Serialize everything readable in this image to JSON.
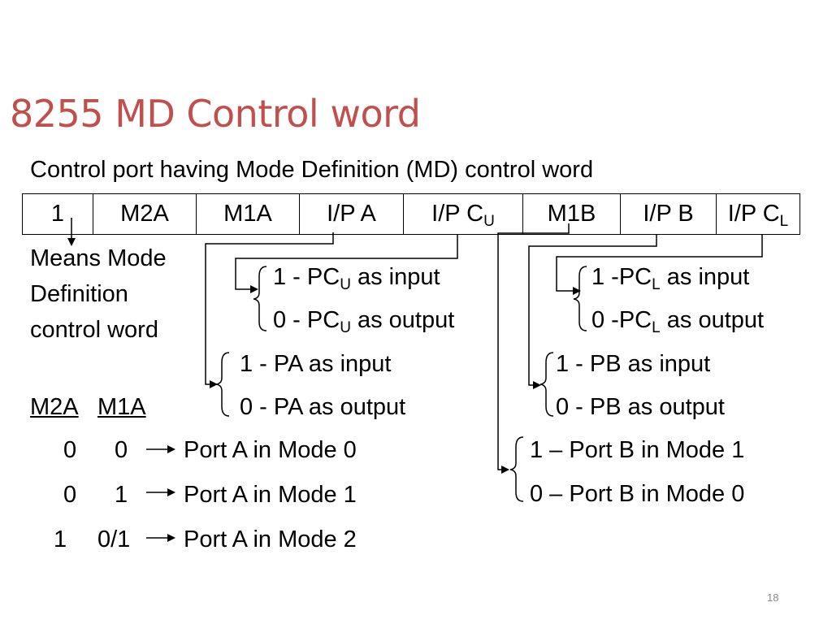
{
  "title": "8255 MD Control word",
  "subtitle": "Control port having Mode Definition (MD) control word",
  "table": {
    "c1": "1",
    "c2": "M2A",
    "c3": "M1A",
    "c4": "I/P A",
    "c5_main": "I/P C",
    "c5_sub": "U",
    "c6": "M1B",
    "c7": "I/P B",
    "c8_main": "I/P C",
    "c8_sub": "L"
  },
  "means": {
    "line1": "Means Mode",
    "line2": "Definition",
    "line3": "control word"
  },
  "pcu": {
    "in_prefix": "1 - PC",
    "in_sub": "U",
    "in_suffix": " as input",
    "out_prefix": "0 - PC",
    "out_sub": "U",
    "out_suffix": " as output"
  },
  "pcl": {
    "in_prefix": "1 -PC",
    "in_sub": "L",
    "in_suffix": " as input",
    "out_prefix": "0 -PC",
    "out_sub": "L",
    "out_suffix": " as output"
  },
  "pa": {
    "in": "1 - PA as input",
    "out": "0 - PA as output"
  },
  "pb": {
    "in": "1 - PB as input",
    "out": "0 - PB as output"
  },
  "portb_mode": {
    "m1": "1 – Port B in Mode 1",
    "m0": "0 – Port B in Mode 0"
  },
  "mode_table": {
    "h1": "M2A",
    "h2": "M1A",
    "rows": [
      {
        "a": "0",
        "b": "0",
        "text": "Port A in Mode 0"
      },
      {
        "a": "0",
        "b": "1",
        "text": "Port A in Mode 1"
      },
      {
        "a": "1",
        "b": "0/1",
        "text": "Port A in Mode 2"
      }
    ]
  },
  "page_number": "18"
}
